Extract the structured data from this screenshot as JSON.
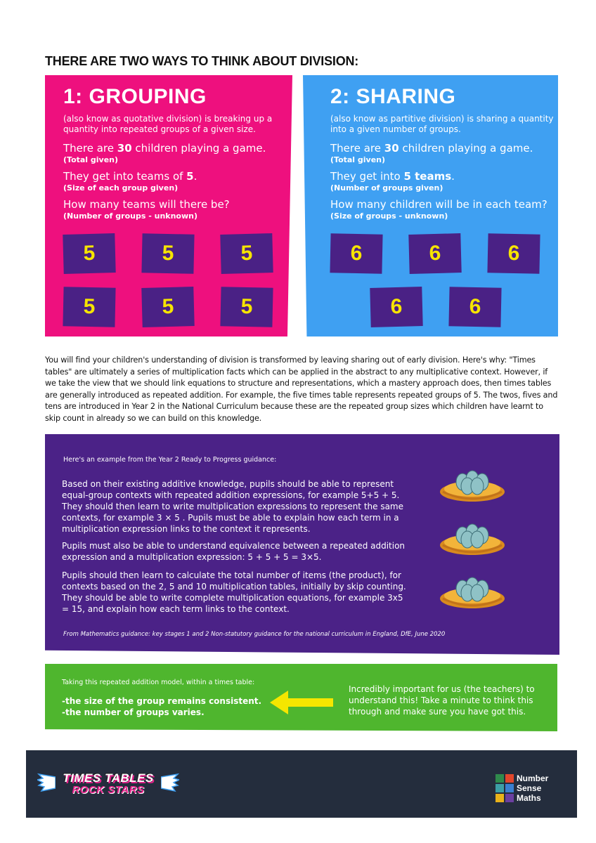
{
  "heading": "THERE ARE TWO WAYS TO THINK ABOUT DIVISION:",
  "grouping": {
    "title": "1: GROUPING",
    "desc": "(also know as quotative division) is breaking up a quantity into repeated groups of a given size.",
    "line1_pre": "There are ",
    "line1_bold": "30",
    "line1_post": " children playing a game.",
    "sub1": "(Total given)",
    "line2_pre": "They get into teams of ",
    "line2_bold": "5",
    "line2_post": ".",
    "sub2": "(Size of each group given)",
    "line3": "How many teams will there be?",
    "sub3": "(Number of groups - unknown)",
    "tiles": [
      "5",
      "5",
      "5",
      "5",
      "5",
      "5"
    ]
  },
  "sharing": {
    "title": "2: SHARING",
    "desc": "(also know as partitive division) is sharing a quantity into a given number of groups.",
    "line1_pre": "There are ",
    "line1_bold": "30",
    "line1_post": " children playing a game.",
    "sub1": "(Total given)",
    "line2_pre": "They get into ",
    "line2_bold": "5 teams",
    "line2_post": ".",
    "sub2": "(Number of groups given)",
    "line3": "How many children will be in each team?",
    "sub3": "(Size of groups - unknown)",
    "tiles": [
      "6",
      "6",
      "6",
      "6",
      "6"
    ]
  },
  "body_text": "You will find your children's understanding of division is transformed by leaving sharing out of early division. Here's why: \"Times tables\" are ultimately a series of multiplication facts which can be applied in the abstract to any multiplicative context. However, if we take the view that we should link equations to structure and representations, which a mastery approach does, then times tables are generally introduced as repeated addition. For example, the five times table represents repeated groups of 5. The twos, fives and tens are introduced in Year 2 in the National Curriculum because these are the repeated group sizes which children have learnt to skip count in already so we can build on this knowledge.",
  "guidance": {
    "intro": "Here's an example from the Year 2 Ready to Progress guidance:",
    "p1": "Based on their existing additive knowledge, pupils should be able to represent equal-group contexts with repeated addition expressions, for example 5+5 + 5. They should then learn to write multiplication expressions to represent the same contexts, for example 3 × 5 . Pupils must be able to explain how each term in a multiplication expression links to the context it represents.",
    "p2": "Pupils must also be able to understand equivalence between a repeated addition expression and a multiplication expression: 5 + 5 + 5 = 3×5.",
    "p3": "Pupils should then learn to calculate the total number of items (the product), for contexts based on the 2, 5 and 10 multiplication tables, initially by skip counting. They should be able to write complete multiplication equations, for example 3x5 = 15, and explain how each term links to the context.",
    "citation": "From Mathematics guidance: key stages 1 and 2 Non-statutory guidance for the national curriculum in England, DfE, June 2020"
  },
  "model": {
    "intro": "Taking this repeated addition model, within a times table:",
    "bullet1": "-the size of the group remains consistent.",
    "bullet2": "-the number of groups varies.",
    "note": "Incredibly important for us (the teachers) to understand this! Take a minute to think this through and make sure you have got this."
  },
  "footer": {
    "tt_line1": "TIMES TABLES",
    "tt_line2": "ROCK STARS",
    "nsm_line1": "Number",
    "nsm_line2": "Sense",
    "nsm_line3": "Maths"
  },
  "colors": {
    "grouping_bg": "#ee107e",
    "sharing_bg": "#3fa0f2",
    "tile_bg": "#4a2185",
    "tile_text": "#f6e400",
    "guidance_bg": "#4b2287",
    "model_bg": "#4fb62e",
    "footer_bg": "#242d3d"
  }
}
